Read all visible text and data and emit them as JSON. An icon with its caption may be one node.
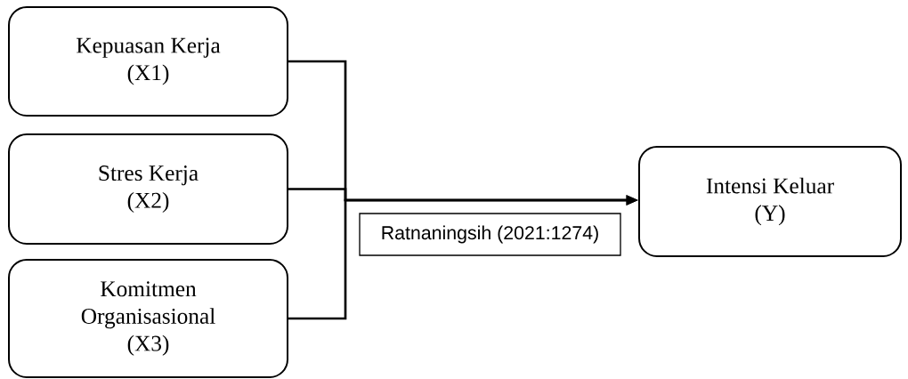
{
  "diagram": {
    "nodes": [
      {
        "text": [
          "Kepuasan Kerja (X1)"
        ]
      },
      {
        "text": [
          "Stres Kerja (X2)"
        ]
      },
      {
        "text": [
          "Komitmen Organisasional (X3)"
        ]
      },
      {
        "text": [
          "Intensi Keluar (Y)"
        ]
      },
      {
        "text": [
          "Ratnaningsih (2021:1274)"
        ]
      }
    ],
    "edges": [
      {
        "from": 0,
        "to": 3,
        "arrow": "to"
      },
      {
        "from": 1,
        "to": 3,
        "arrow": "to"
      },
      {
        "from": 2,
        "to": 3,
        "arrow": "to"
      }
    ]
  }
}
